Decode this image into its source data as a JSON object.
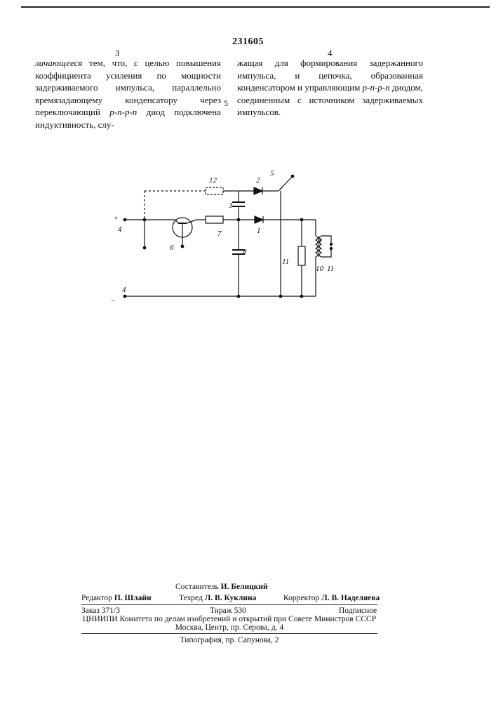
{
  "header": {
    "patent_number": "231605",
    "col_left_number": "3",
    "col_right_number": "4",
    "line_number": "5"
  },
  "text": {
    "left_lead": "личающееся",
    "left_rest": " тем, что, с целью повышения коэффициента усиления по мощности задерживаемого импульса, параллельно времязадающему конденсатору через переключающий ",
    "left_pnpn": "p-n-p-n",
    "left_tail": " диод подключена индуктивность, слу-",
    "right_p1": "жащая для формирования задержанного импульса, и цепочка, образованная конденсатором и управляющим ",
    "right_pnpn": "p-n-p-n",
    "right_p2": " диодом, соединенным с источником задерживаемых импульсов."
  },
  "diagram_labels": {
    "l12": "12",
    "l2": "2",
    "l5": "5",
    "l3": "3",
    "l1": "1",
    "l7": "7",
    "l6": "6",
    "l8": "8",
    "l9": "9",
    "l10": "10",
    "l11a": "11",
    "l11b": "11",
    "l4_top": "4",
    "l4_bottom": "4",
    "plus": "+",
    "minus": "−"
  },
  "footer": {
    "compiler_label": "Составитель",
    "compiler_name": "И. Белицкий",
    "editor_label": "Редактор",
    "editor_name": "П. Шлайн",
    "techred_label": "Техред",
    "techred_name": "Л. В. Куклина",
    "corrector_label": "Корректор",
    "corrector_name": "Л. В. Наделяева",
    "order": "Заказ 371/3",
    "circulation": "Тираж 530",
    "subscription": "Подписное",
    "org_line": "ЦНИИПИ Комитета по делам изобретений и открытий при Совете Министров СССР",
    "address": "Москва, Центр, пр. Серова, д. 4",
    "printing": "Типография, пр. Сапунова, 2"
  }
}
